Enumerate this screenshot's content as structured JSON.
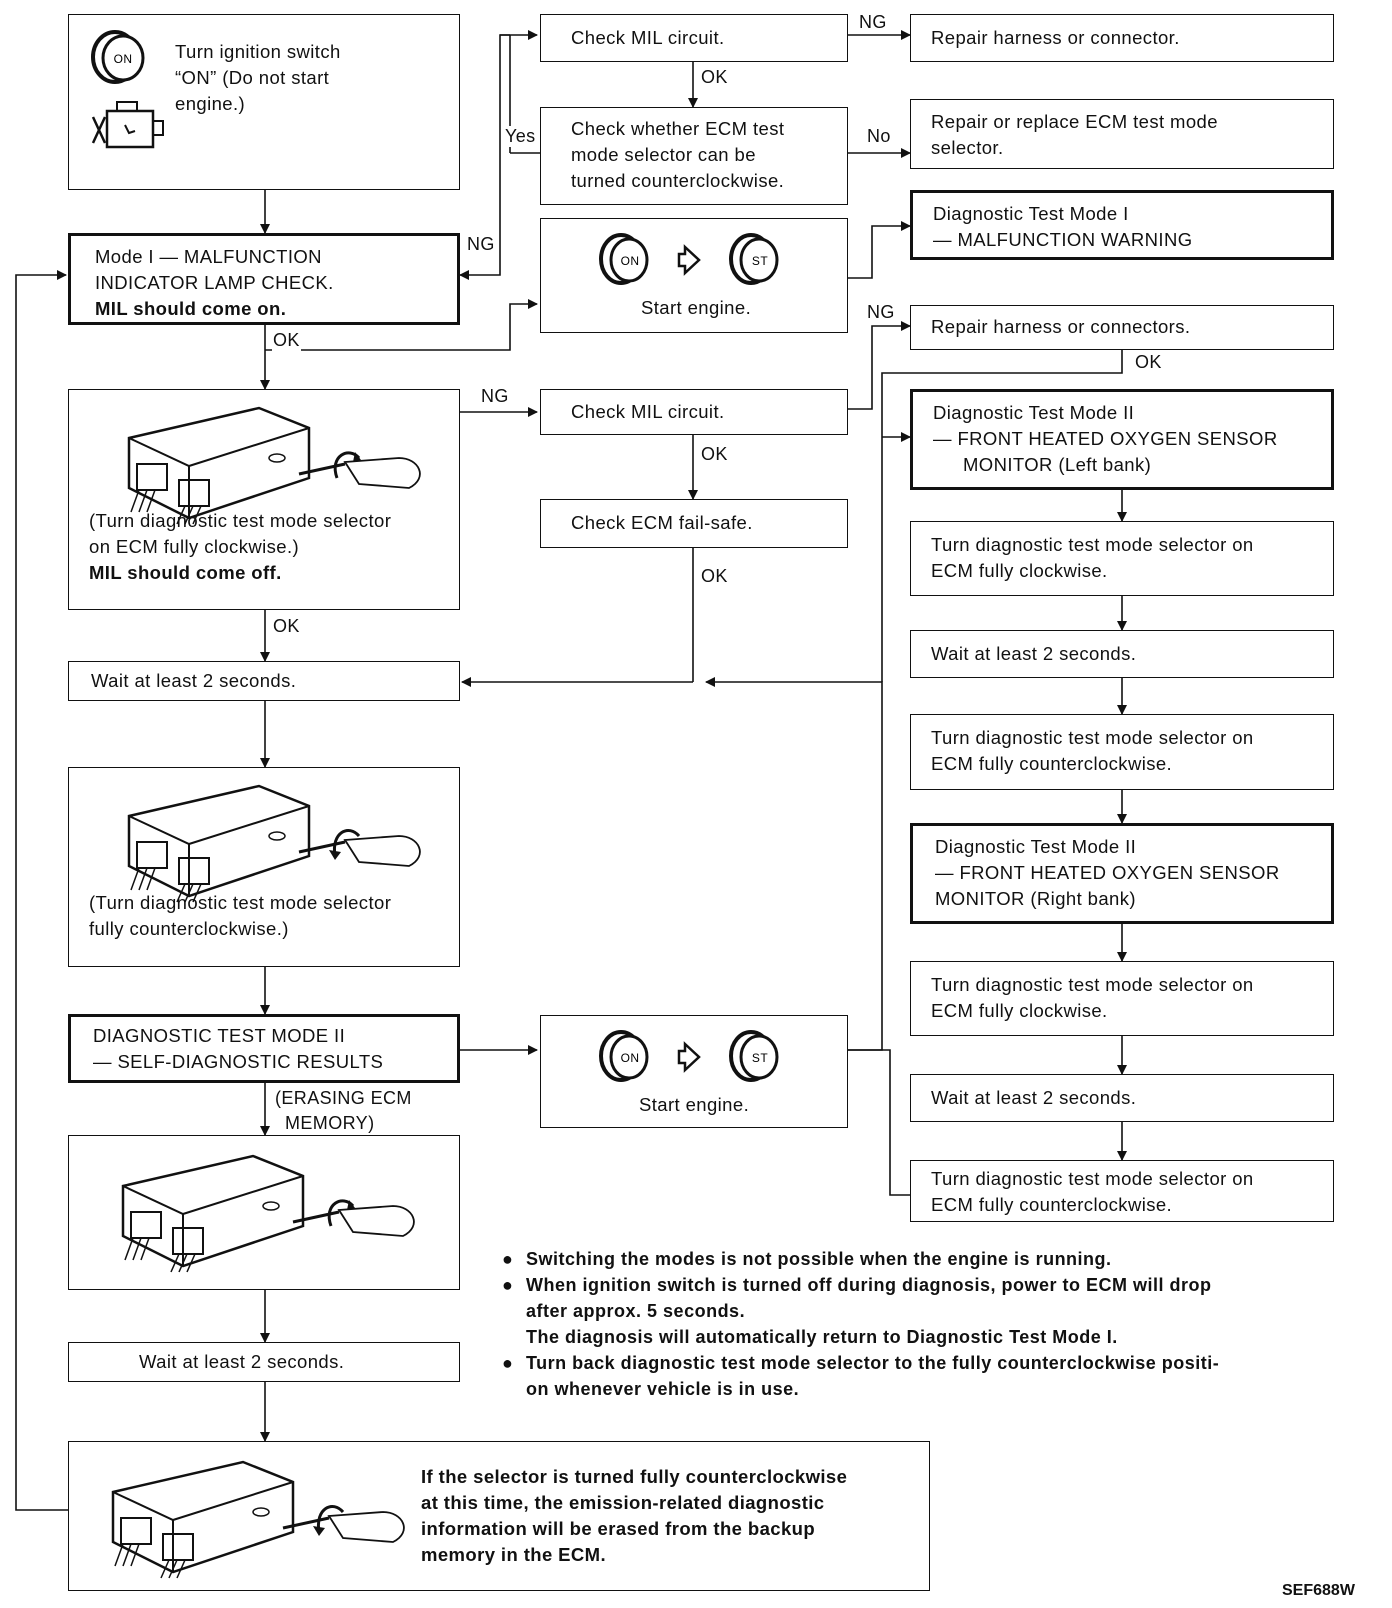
{
  "boxes": {
    "turn_on": {
      "lines": [
        "Turn ignition switch",
        "“ON” (Do not start",
        "engine.)"
      ]
    },
    "mode1": {
      "lines": [
        "Mode I — MALFUNCTION",
        "INDICATOR LAMP CHECK."
      ],
      "bold_line": "MIL should come on."
    },
    "check_mil_top": "Check MIL circuit.",
    "repair_harness_top": "Repair harness or connector.",
    "check_selector": {
      "lines": [
        "Check whether ECM test",
        "mode selector can be",
        "turned counterclockwise."
      ]
    },
    "repair_ecm": {
      "lines": [
        "Repair or replace ECM test mode",
        "selector."
      ]
    },
    "dtm1_warning": {
      "lines": [
        "Diagnostic Test Mode I",
        "— MALFUNCTION WARNING"
      ]
    },
    "start_engine_1": "Start engine.",
    "repair_harness_2": "Repair harness or connectors.",
    "turn_cw_1": {
      "lines": [
        "(Turn diagnostic test mode selector",
        "on ECM fully clockwise.)"
      ],
      "bold_line": "MIL should come off."
    },
    "check_mil_mid": "Check MIL circuit.",
    "check_failsafe": "Check ECM fail-safe.",
    "dtm2_left": {
      "lines": [
        "Diagnostic Test Mode II",
        "— FRONT HEATED OXYGEN SENSOR",
        "MONITOR (Left bank)"
      ]
    },
    "r_cw_1": {
      "lines": [
        "Turn diagnostic test mode selector on",
        "ECM fully clockwise."
      ]
    },
    "r_wait_1": "Wait at least 2 seconds.",
    "r_ccw_1": {
      "lines": [
        "Turn diagnostic test mode selector on",
        "ECM fully counterclockwise."
      ]
    },
    "dtm2_right": {
      "lines": [
        "Diagnostic Test Mode II",
        "— FRONT HEATED OXYGEN SENSOR",
        "MONITOR (Right bank)"
      ]
    },
    "r_cw_2": {
      "lines": [
        "Turn diagnostic test mode selector on",
        "ECM fully clockwise."
      ]
    },
    "r_wait_2": "Wait at least 2 seconds.",
    "r_ccw_2": {
      "lines": [
        "Turn diagnostic test mode selector on",
        "ECM fully counterclockwise."
      ]
    },
    "wait_1": "Wait at least 2 seconds.",
    "turn_ccw_1": {
      "lines": [
        "(Turn diagnostic test mode selector",
        "fully counterclockwise.)"
      ]
    },
    "dtm2_self": {
      "lines": [
        "DIAGNOSTIC TEST MODE II",
        "— SELF-DIAGNOSTIC RESULTS"
      ]
    },
    "start_engine_2": "Start engine.",
    "wait_2": "Wait at least 2 seconds.",
    "final": {
      "lines": [
        "If the selector is turned fully counterclockwise",
        "at this time, the emission-related diagnostic",
        "information will be erased from the backup",
        "memory in the ECM."
      ]
    }
  },
  "labels": {
    "ng": "NG",
    "ok": "OK",
    "yes": "Yes",
    "no": "No",
    "erasing": [
      "(ERASING ECM",
      "MEMORY)"
    ]
  },
  "icons": {
    "key_on": "ON",
    "key_start": "ST"
  },
  "notes": [
    {
      "lines": [
        "Switching the modes is not possible when the engine is running."
      ]
    },
    {
      "lines": [
        "When ignition switch is turned off during diagnosis, power to ECM will drop",
        "after approx. 5 seconds.",
        "The diagnosis will automatically return to Diagnostic Test Mode I."
      ]
    },
    {
      "lines": [
        "Turn back diagnostic test mode selector to the fully counterclockwise positi-",
        "on whenever vehicle is in use."
      ]
    }
  ],
  "bullet": "●",
  "code": "SEF688W"
}
